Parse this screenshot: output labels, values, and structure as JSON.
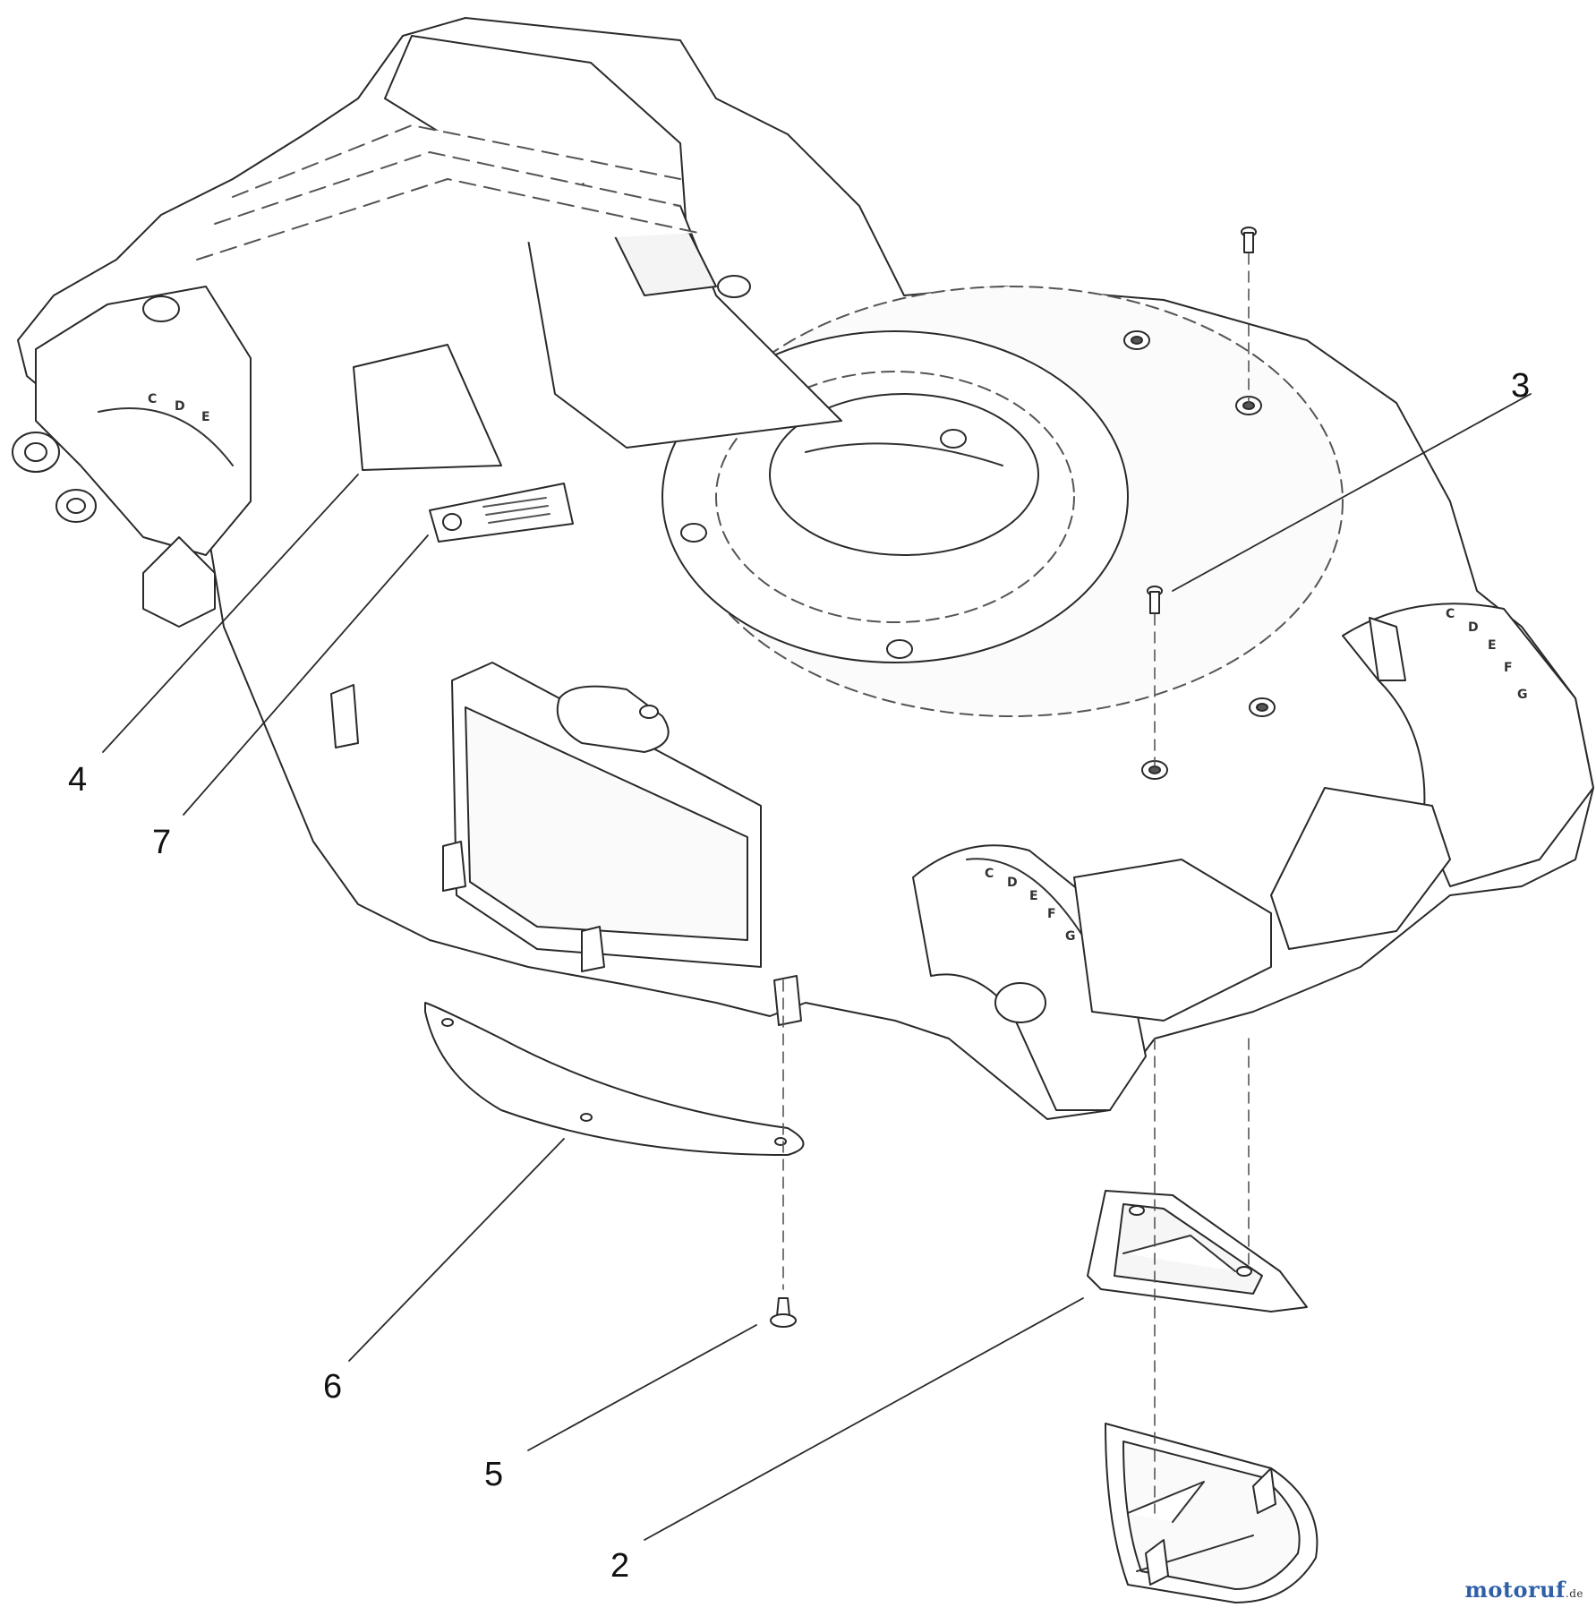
{
  "callouts": [
    {
      "id": "2",
      "label": "2"
    },
    {
      "id": "3",
      "label": "3"
    },
    {
      "id": "4",
      "label": "4"
    },
    {
      "id": "5",
      "label": "5"
    },
    {
      "id": "6",
      "label": "6"
    },
    {
      "id": "7",
      "label": "7"
    }
  ],
  "dial_letters": [
    "C",
    "D",
    "E",
    "F",
    "G"
  ],
  "watermark": {
    "name": "motoruf",
    "tld": ".de"
  },
  "colors": {
    "line": "#2a2a2a",
    "shade": "#f2f2f2",
    "hidden": "#555555",
    "brand_blue": "#2e5fa8",
    "brand_green": "#6ba539"
  }
}
